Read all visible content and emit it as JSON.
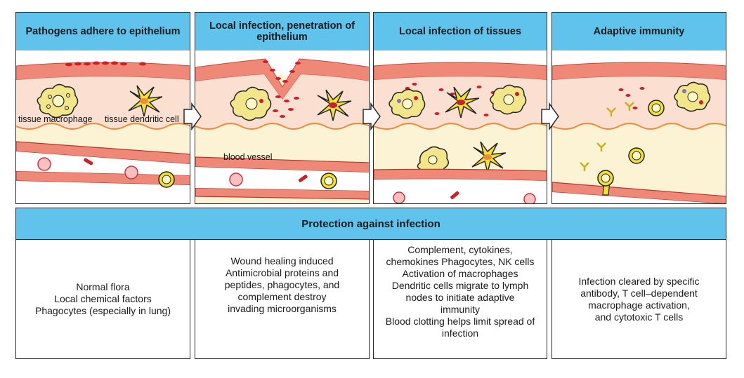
{
  "stages": [
    {
      "title": "Pathogens adhere to epithelium"
    },
    {
      "title": "Local infection, penetration of epithelium"
    },
    {
      "title": "Local infection of tissues"
    },
    {
      "title": "Adaptive immunity"
    }
  ],
  "labels": {
    "tissue_macrophage": "tissue macrophage",
    "tissue_dendritic_cell": "tissue dendritic cell",
    "blood_vessel": "blood vessel"
  },
  "protection": {
    "title": "Protection against infection"
  },
  "descriptions": [
    "Normal flora\nLocal chemical factors\nPhagocytes (especially in lung)",
    "Wound healing induced\nAntimicrobial proteins and\npeptides, phagocytes, and\ncomplement destroy\ninvading microorganisms",
    "Complement, cytokines,\nchemokines Phagocytes, NK cells\nActivation of macrophages\nDendritic cells migrate to lymph\nnodes to initiate adaptive\nimmunity\nBlood clotting helps limit spread of\ninfection",
    "Infection cleared by specific\nantibody, T cell–dependent\nmacrophage activation,\nand cytotoxic T cells"
  ],
  "colors": {
    "header_blue": "#5fc3ec",
    "epithelium": "#f08878",
    "tissue": "#fbe0d2",
    "connective": "#fbf3d4",
    "pathogen": "#cc1f2a",
    "macrophage_yellow": "#f3e58a"
  }
}
